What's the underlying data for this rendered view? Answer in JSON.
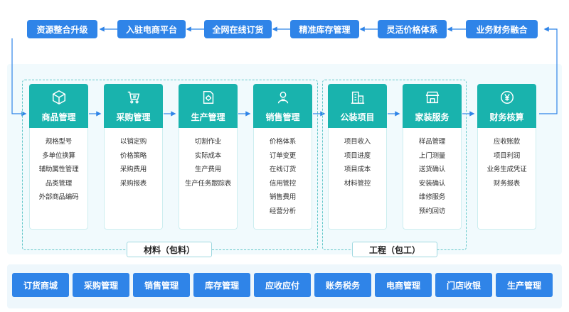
{
  "flow_top": [
    "资源整合升级",
    "入驻电商平台",
    "全网在线订货",
    "精准库存管理",
    "灵活价格体系",
    "业务财务融合"
  ],
  "modules": [
    {
      "title": "商品管理",
      "icon": "cube-icon",
      "items": [
        "规格型号",
        "多单位换算",
        "辅助属性管理",
        "品类管理",
        "外部商品编码"
      ]
    },
    {
      "title": "采购管理",
      "icon": "cart-icon",
      "items": [
        "以销定购",
        "价格策略",
        "采购费用",
        "采购报表"
      ]
    },
    {
      "title": "生产管理",
      "icon": "gear-document-icon",
      "items": [
        "切割作业",
        "实际成本",
        "生产费用",
        "生产任务跟踪表"
      ]
    },
    {
      "title": "销售管理",
      "icon": "person-icon",
      "items": [
        "价格体系",
        "订单变更",
        "在线订货",
        "信用管控",
        "销售费用",
        "经营分析"
      ]
    },
    {
      "title": "公装项目",
      "icon": "building-icon",
      "items": [
        "项目收入",
        "项目进度",
        "项目成本",
        "材料管控"
      ]
    },
    {
      "title": "家装服务",
      "icon": "storefront-icon",
      "items": [
        "样品管理",
        "上门测量",
        "送货确认",
        "安装确认",
        "维修服务",
        "预约回访"
      ]
    },
    {
      "title": "财务核算",
      "icon": "yen-icon",
      "items": [
        "应收账款",
        "项目利润",
        "业务生成凭证",
        "财务报表"
      ]
    }
  ],
  "groups": {
    "materials": "材料（包料）",
    "engineering": "工程（包工）"
  },
  "bottom_bar": [
    "订货商城",
    "采购管理",
    "销售管理",
    "库存管理",
    "应收应付",
    "账务税务",
    "电商管理",
    "门店收银",
    "生产管理"
  ],
  "colors": {
    "blue": "#2f84e8",
    "teal": "#19b3ad",
    "dashed": "#63c7c9"
  }
}
